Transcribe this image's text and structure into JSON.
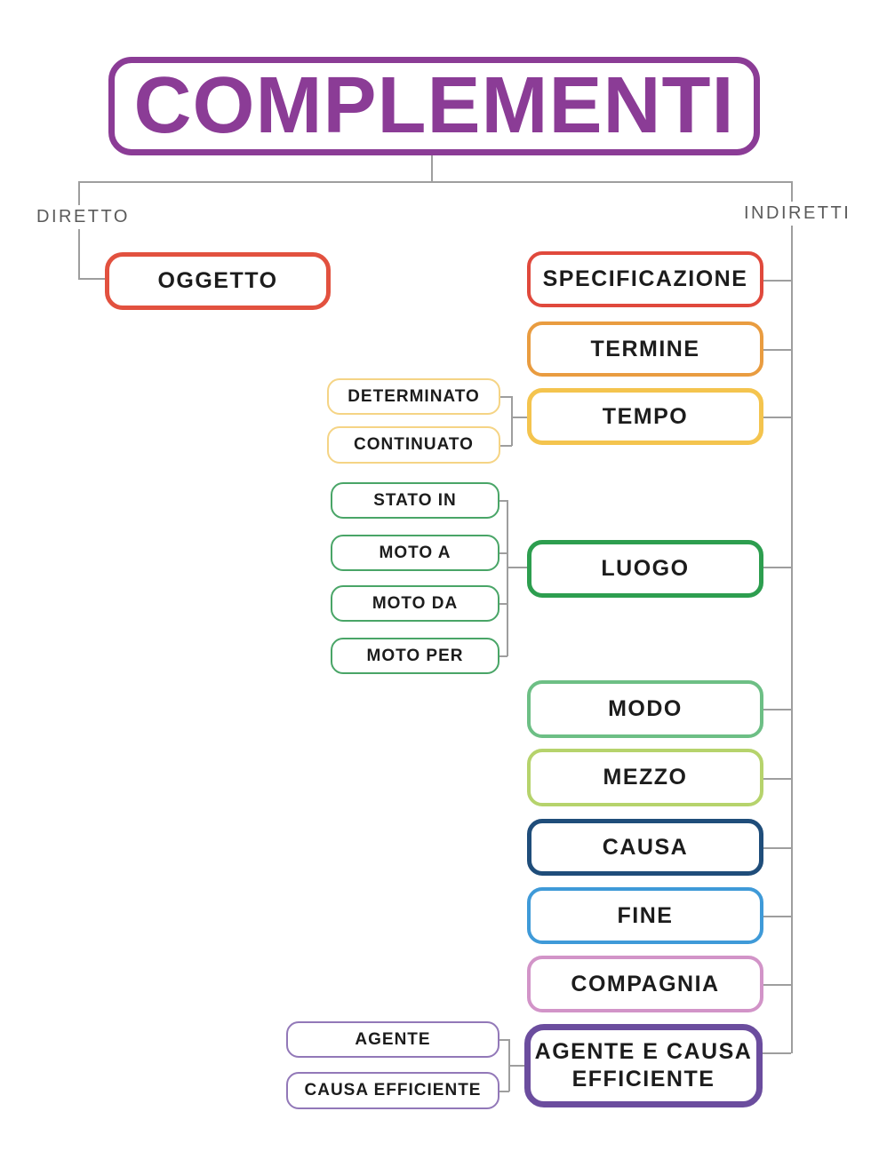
{
  "title": {
    "text": "COMPLEMENTI",
    "color": "#8b3c96"
  },
  "branch_labels": {
    "left": "DIRETTO",
    "right": "INDIRETTI",
    "text_color": "#5a5a5a"
  },
  "direct_branch": {
    "node": {
      "label": "OGGETTO",
      "border_color": "#e2513f"
    }
  },
  "indirect_branch": {
    "nodes": [
      {
        "label": "SPECIFICAZIONE",
        "border_color": "#e0493c"
      },
      {
        "label": "TERMINE",
        "border_color": "#e99c40"
      },
      {
        "label": "TEMPO",
        "border_color": "#f4c44e",
        "children": [
          "DETERMINATO",
          "CONTINUATO"
        ],
        "child_border_color": "#f5d485"
      },
      {
        "label": "LUOGO",
        "border_color": "#2d9e4f",
        "children": [
          "STATO IN",
          "MOTO A",
          "MOTO DA",
          "MOTO PER"
        ],
        "child_border_color": "#49a567"
      },
      {
        "label": "MODO",
        "border_color": "#6dbf85"
      },
      {
        "label": "MEZZO",
        "border_color": "#b6d36c"
      },
      {
        "label": "CAUSA",
        "border_color": "#1f4d7a"
      },
      {
        "label": "FINE",
        "border_color": "#3f9ad8"
      },
      {
        "label": "COMPAGNIA",
        "border_color": "#d294c8"
      },
      {
        "label": "AGENTE E CAUSA EFFICIENTE",
        "border_color": "#6b4d9e",
        "children": [
          "AGENTE",
          "CAUSA EFFICIENTE"
        ],
        "child_border_color": "#9278b8"
      }
    ]
  },
  "connector_color": "#9e9e9e",
  "text_color": "#1c1c1c",
  "background_color": "#ffffff"
}
